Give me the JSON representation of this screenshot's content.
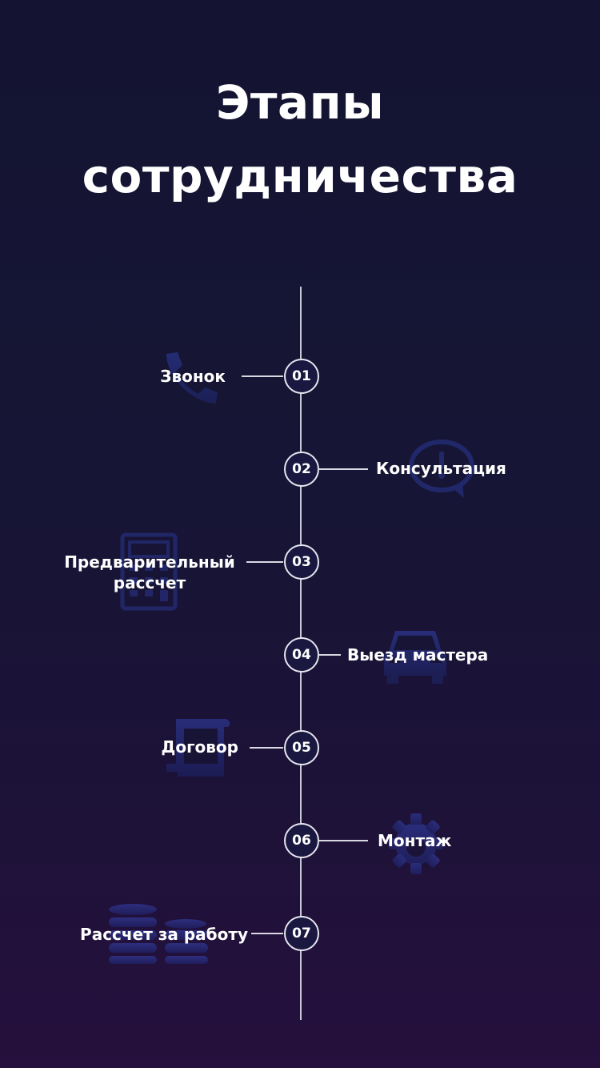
{
  "header": {
    "title_line1": "Этапы",
    "title_line2": "сотрудничества"
  },
  "steps": [
    {
      "number": "01",
      "label": "Звонок",
      "icon": "phone-icon"
    },
    {
      "number": "02",
      "label": "Консультация",
      "icon": "chat-icon"
    },
    {
      "number": "03",
      "label_line1": "Предварительный",
      "label_line2": "рассчет",
      "icon": "calculator-icon"
    },
    {
      "number": "04",
      "label": "Выезд мастера",
      "icon": "car-icon"
    },
    {
      "number": "05",
      "label": "Договор",
      "icon": "document-icon"
    },
    {
      "number": "06",
      "label": "Монтаж",
      "icon": "gear-icon"
    },
    {
      "number": "07",
      "label": "Рассчет за работу",
      "icon": "coins-icon"
    }
  ],
  "colors": {
    "background_top": "#141432",
    "background_bottom": "#26103d",
    "icon_blue": "#27338a",
    "line": "#c9c9d6"
  }
}
